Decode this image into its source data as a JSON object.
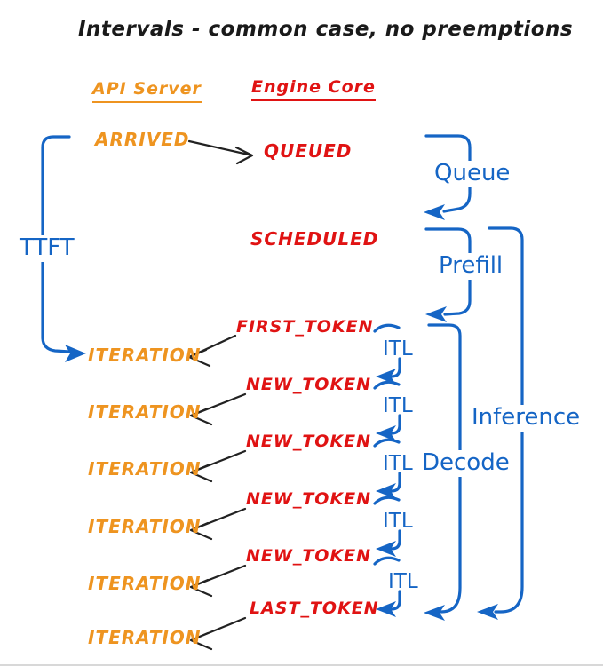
{
  "title": "Intervals - common case, no preemptions",
  "headers": {
    "api_server": "API Server",
    "engine_core": "Engine Core"
  },
  "api_server_events": {
    "arrived": "ARRIVED",
    "iterations": [
      "ITERATION",
      "ITERATION",
      "ITERATION",
      "ITERATION",
      "ITERATION",
      "ITERATION"
    ]
  },
  "engine_core_events": {
    "queued": "QUEUED",
    "scheduled": "SCHEDULED",
    "tokens": [
      "FIRST_TOKEN",
      "NEW_TOKEN",
      "NEW_TOKEN",
      "NEW_TOKEN",
      "NEW_TOKEN",
      "LAST_TOKEN"
    ]
  },
  "intervals": {
    "ttft": "TTFT",
    "queue": "Queue",
    "prefill": "Prefill",
    "decode": "Decode",
    "inference": "Inference",
    "itl": [
      "ITL",
      "ITL",
      "ITL",
      "ITL",
      "ITL"
    ]
  },
  "colors": {
    "api_server": "#EE9420",
    "engine_core": "#E01313",
    "interval": "#1565C5",
    "connector": "#222222",
    "background": "#FFFFFF"
  }
}
